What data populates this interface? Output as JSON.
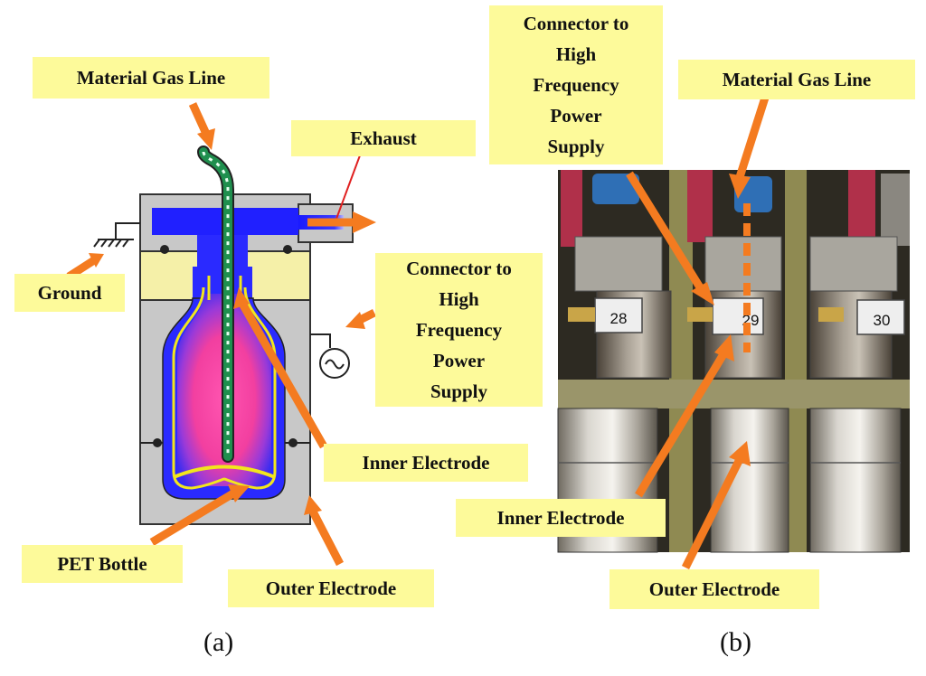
{
  "panel_a": {
    "caption": "(a)",
    "labels": {
      "material_gas_line": "Material Gas Line",
      "exhaust": "Exhaust",
      "ground": "Ground",
      "connector": "Connector to\nHigh\nFrequency\nPower\nSupply",
      "inner_electrode": "Inner Electrode",
      "pet_bottle": "PET Bottle",
      "outer_electrode": "Outer Electrode"
    }
  },
  "panel_b": {
    "caption": "(b)",
    "labels": {
      "connector": "Connector to\nHigh\nFrequency\nPower\nSupply",
      "material_gas_line": "Material Gas Line",
      "inner_electrode": "Inner Electrode",
      "outer_electrode": "Outer Electrode"
    },
    "station_numbers": [
      "28",
      "29",
      "30"
    ]
  },
  "colors": {
    "label_bg": "#fdfa9a",
    "arrow": "#f47b20",
    "chamber_gray": "#c8c8c8",
    "plasma_blue": "#2a2aff",
    "bottle_pink": "#ff3f9e",
    "insulator_yellow": "#f5f0a8",
    "gas_line_green": "#1f8f4e"
  }
}
